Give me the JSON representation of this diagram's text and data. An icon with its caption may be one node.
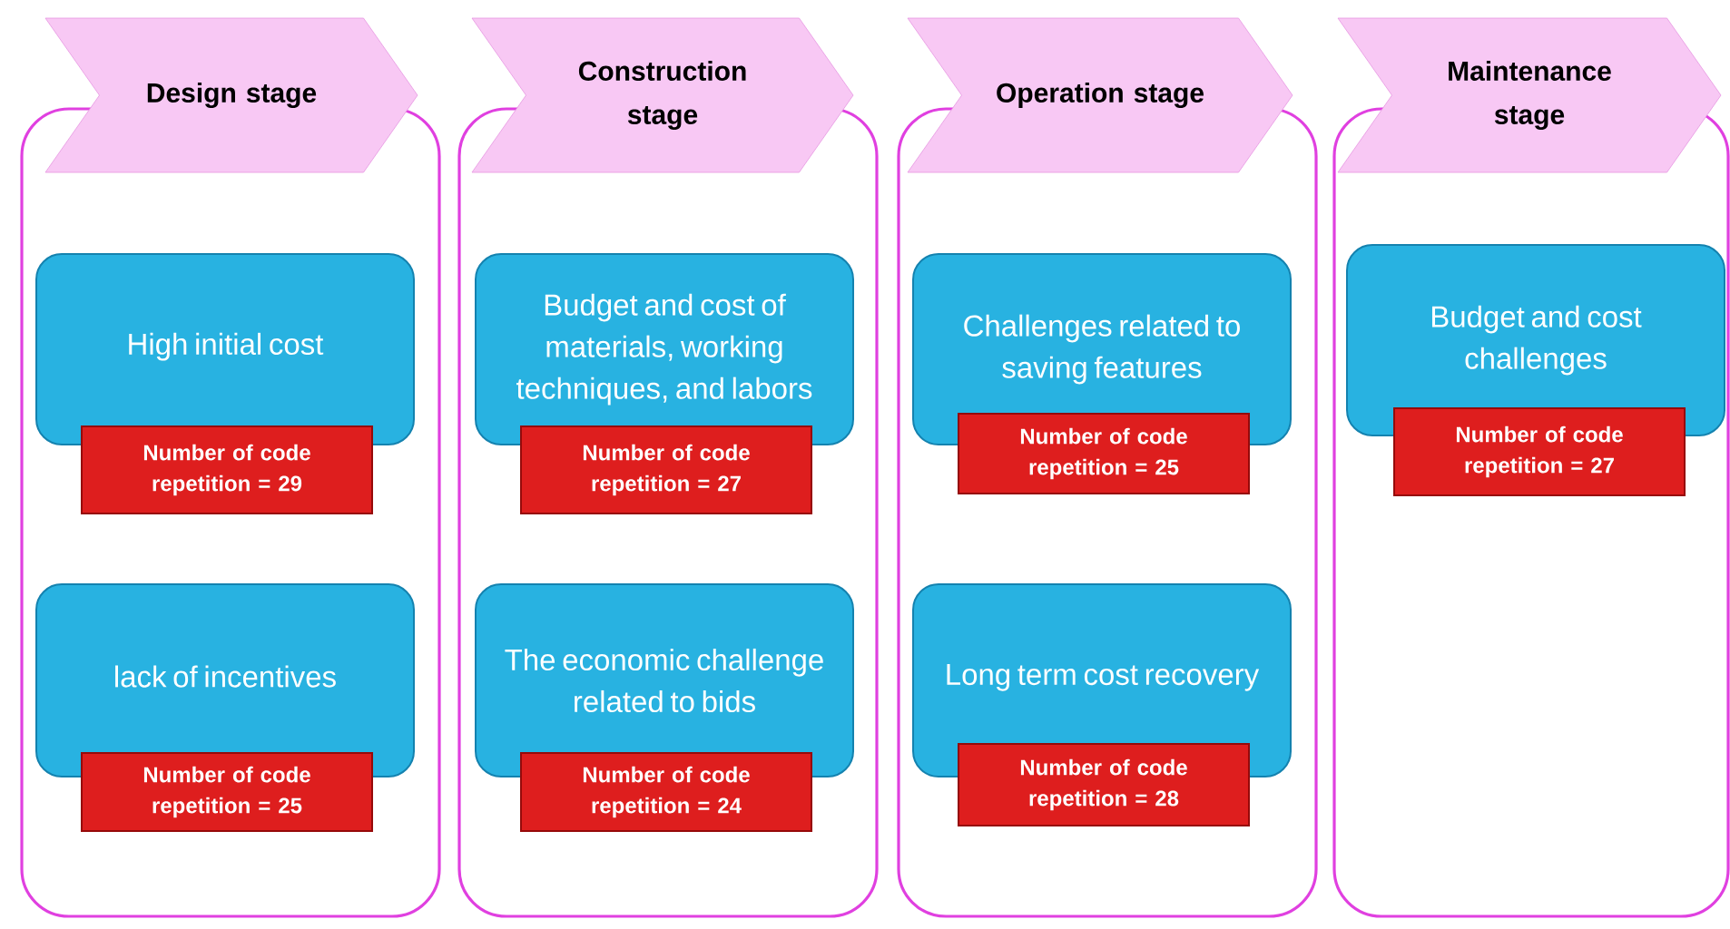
{
  "diagram": {
    "nodes": [
      {
        "text": [],
        "shape": "box"
      },
      {
        "text": [
          "Design stage"
        ]
      },
      {
        "text": [
          "High initial cost"
        ],
        "in": 0
      },
      {
        "text": [
          "Number of code repetition = 29"
        ],
        "in": 0
      },
      {
        "text": [
          "lack of incentives"
        ],
        "in": 0
      },
      {
        "text": [
          "Number of code repetition = 25"
        ],
        "in": 0
      },
      {
        "text": [],
        "shape": "box"
      },
      {
        "text": [
          "Construction stage"
        ]
      },
      {
        "text": [
          "Budget and cost of materials, working techniques, and labors"
        ],
        "in": 6
      },
      {
        "text": [
          "Number of code repetition = 27"
        ],
        "in": 6
      },
      {
        "text": [
          "The economic challenge related to bids"
        ],
        "in": 6
      },
      {
        "text": [
          "Number of code repetition = 24"
        ],
        "in": 6
      },
      {
        "text": [],
        "shape": "box"
      },
      {
        "text": [
          "Operation stage"
        ]
      },
      {
        "text": [
          "Challenges related to saving features"
        ],
        "in": 12
      },
      {
        "text": [
          "Number of code repetition = 25"
        ],
        "in": 12
      },
      {
        "text": [
          "Long term cost recovery"
        ],
        "in": 12
      },
      {
        "text": [
          "Number of code repetition = 28"
        ],
        "in": 12
      },
      {
        "text": [],
        "shape": "box"
      },
      {
        "text": [
          "Maintenance stage"
        ]
      },
      {
        "text": [
          "Budget and cost challenges"
        ],
        "in": 18
      },
      {
        "text": [
          "Number of code repetition = 27"
        ],
        "in": 18
      }
    ]
  }
}
